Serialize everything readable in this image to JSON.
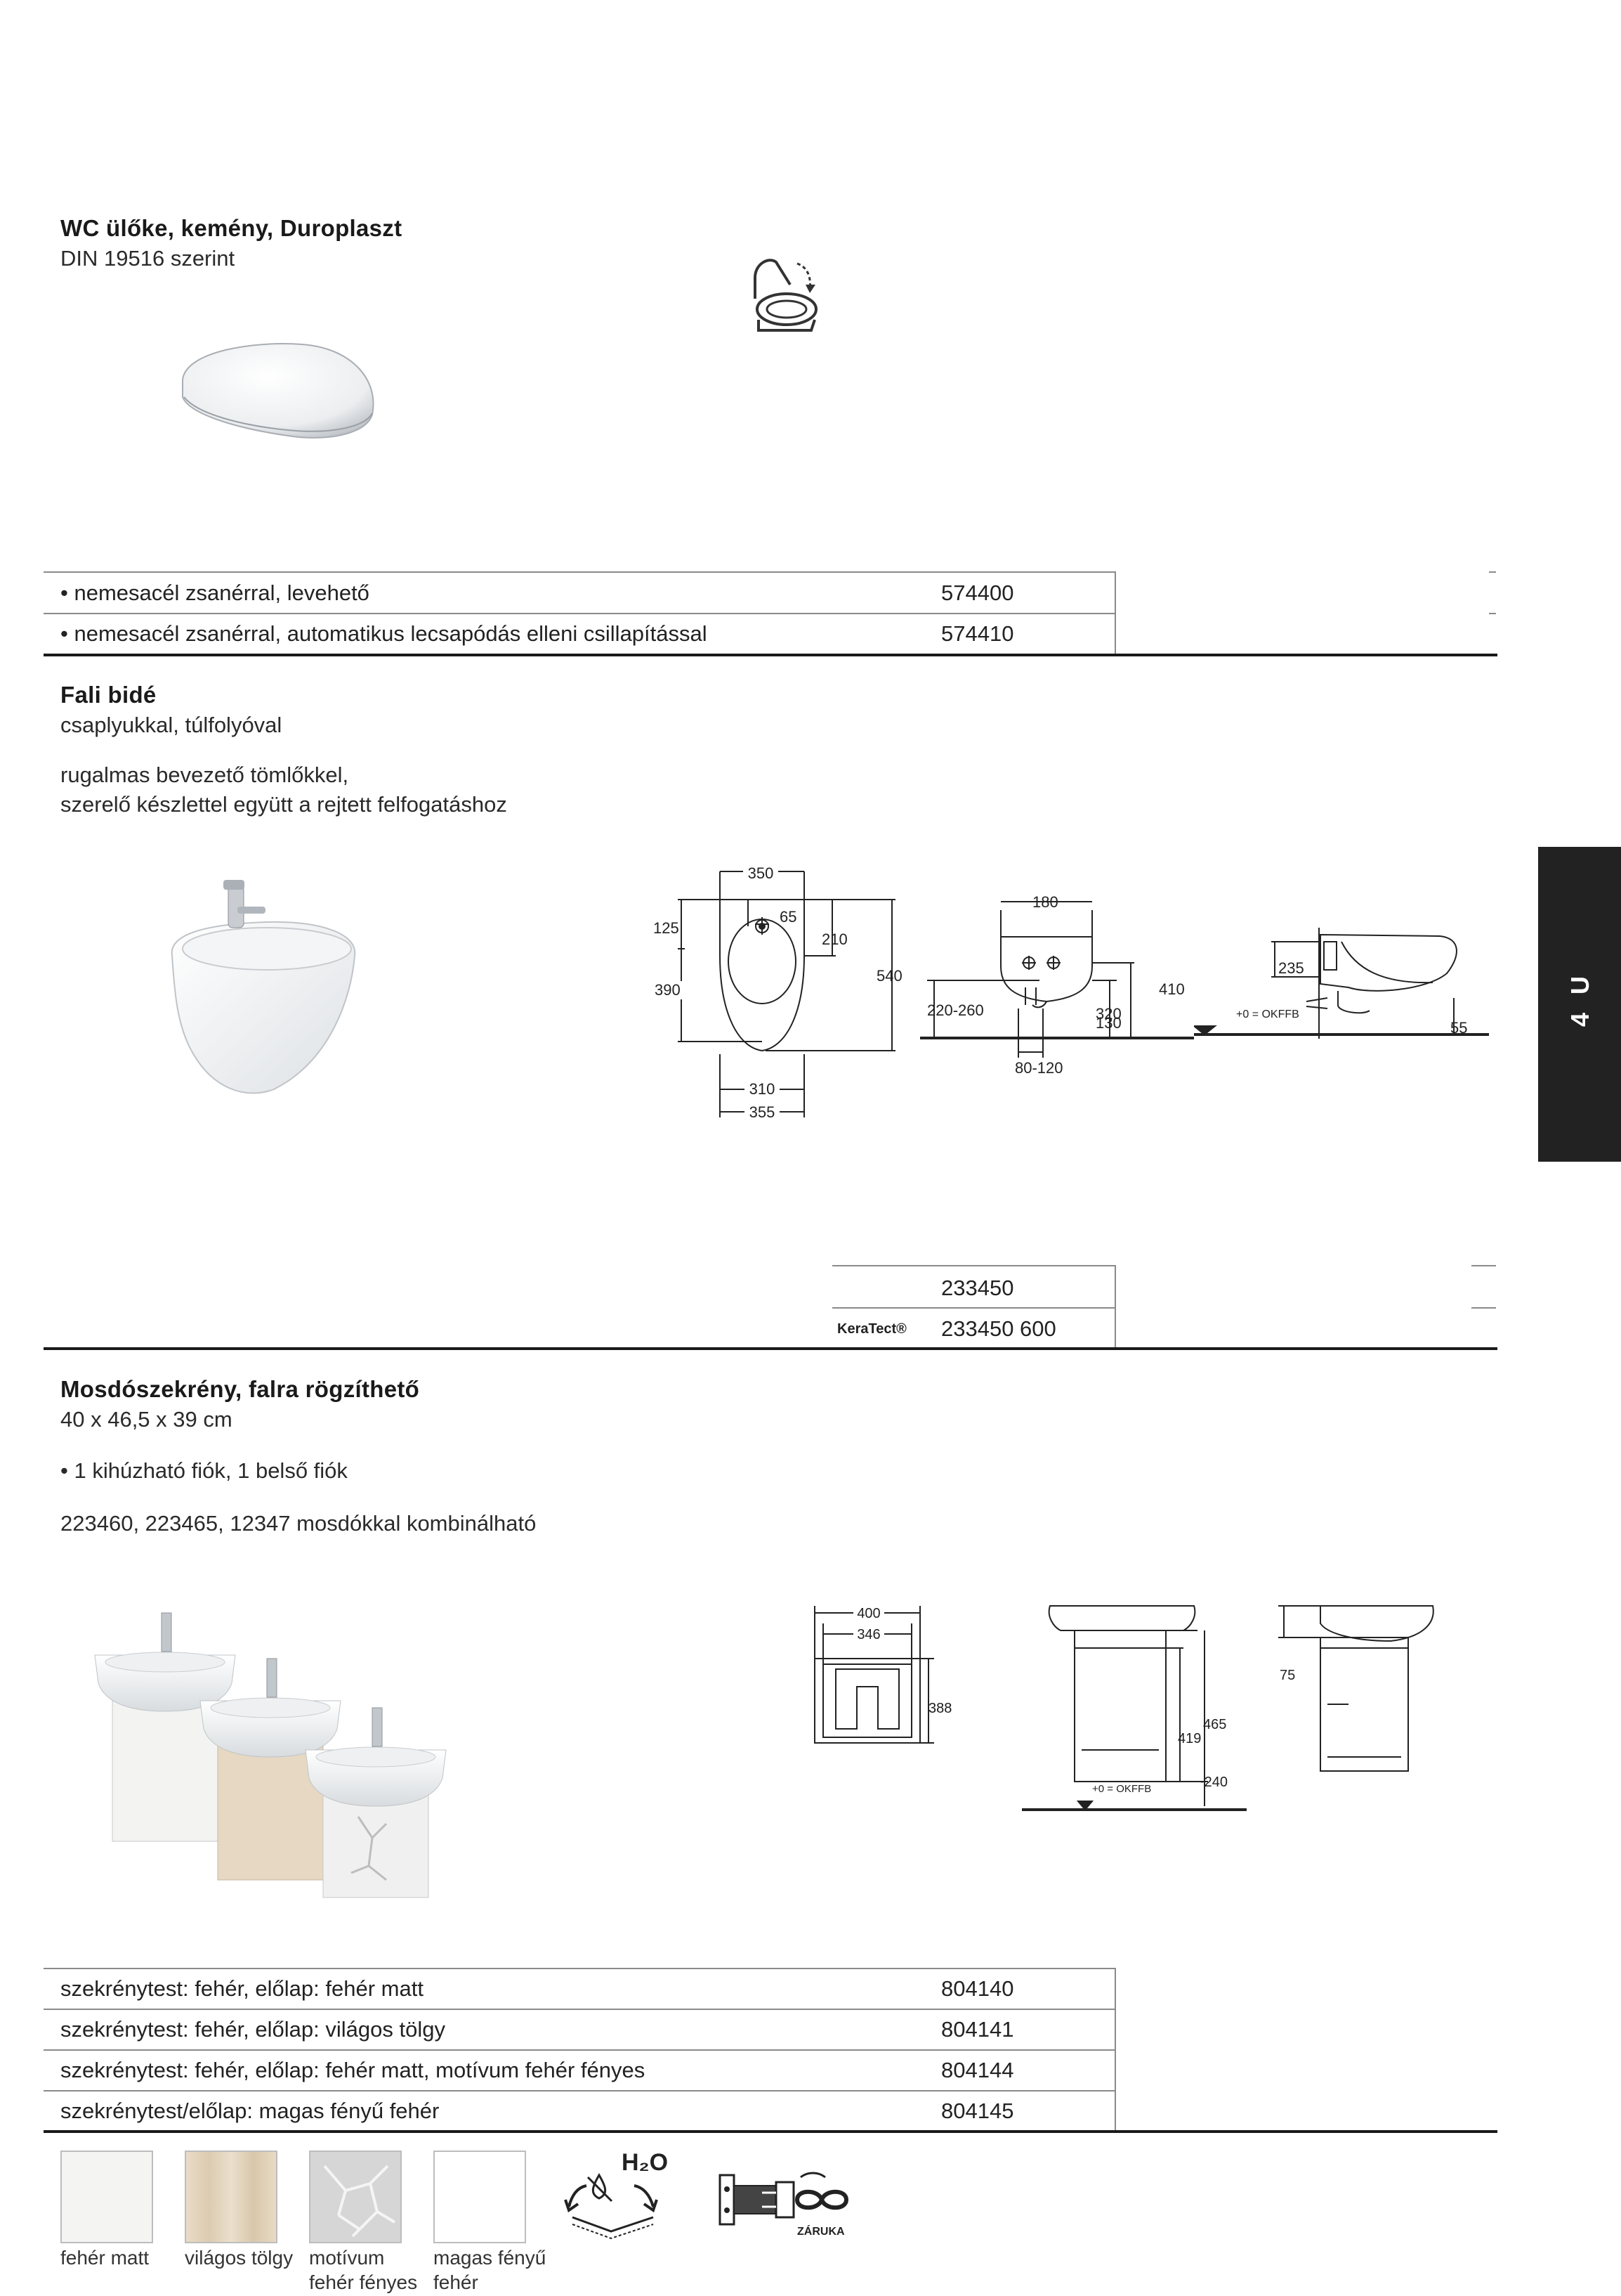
{
  "section_tab": "4 U",
  "wc_seat": {
    "title": "WC ülőke, kemény, Duroplaszt",
    "subtitle": "DIN 19516 szerint",
    "rows": [
      {
        "label": "• nemesacél zsanérral, levehető",
        "code": "574400"
      },
      {
        "label": "• nemesacél zsanérral, automatikus lecsapódás elleni csillapítással",
        "code": "574410"
      }
    ]
  },
  "bidet": {
    "title": "Fali bidé",
    "subtitle": "csaplyukkal, túlfolyóval",
    "desc_line1": "rugalmas bevezető tömlőkkel,",
    "desc_line2": "szerelő készlettel együtt a rejtett felfogatáshoz",
    "rows": [
      {
        "brand": "",
        "code": "233450"
      },
      {
        "brand": "KeraTect®",
        "code": "233450 600"
      }
    ],
    "dims": {
      "d350": "350",
      "d65": "65",
      "d125": "125",
      "d210": "210",
      "d390": "390",
      "d540": "540",
      "d310": "310",
      "d355": "355",
      "d180": "180",
      "d220_260": "220-260",
      "d320": "320",
      "d410": "410",
      "d130": "130",
      "d80_120": "80-120",
      "d235": "235",
      "d55": "55",
      "okffb": "+0 = OKFFB"
    }
  },
  "cabinet": {
    "title": "Mosdószekrény, falra rögzíthető",
    "subtitle": "40 x 46,5 x 39 cm",
    "bullet": "• 1 kihúzható fiók, 1 belső fiók",
    "combo": "223460, 223465, 12347 mosdókkal kombinálható",
    "rows": [
      {
        "label": "szekrénytest: fehér, előlap: fehér matt",
        "code": "804140"
      },
      {
        "label": "szekrénytest: fehér, előlap: világos tölgy",
        "code": "804141"
      },
      {
        "label": "szekrénytest: fehér, előlap: fehér matt, motívum fehér fényes",
        "code": "804144"
      },
      {
        "label": "szekrénytest/előlap: magas fényű fehér",
        "code": "804145"
      }
    ],
    "dims": {
      "d400": "400",
      "d346": "346",
      "d388": "388",
      "d465": "465",
      "d419": "419",
      "d240": "~240",
      "d75": "75",
      "okffb": "+0 = OKFFB"
    },
    "swatches": [
      {
        "line1": "fehér matt",
        "line2": "",
        "color": "#f4f4f2"
      },
      {
        "line1": "világos tölgy",
        "line2": "",
        "color": "#e6d8c2"
      },
      {
        "line1": "motívum",
        "line2": "fehér fényes",
        "color": "#d6d6d6"
      },
      {
        "line1": "magas fényű",
        "line2": "fehér",
        "color": "#ffffff"
      }
    ],
    "icon_h2o": "H₂O",
    "icon_lock": "ZÁRUKA"
  }
}
